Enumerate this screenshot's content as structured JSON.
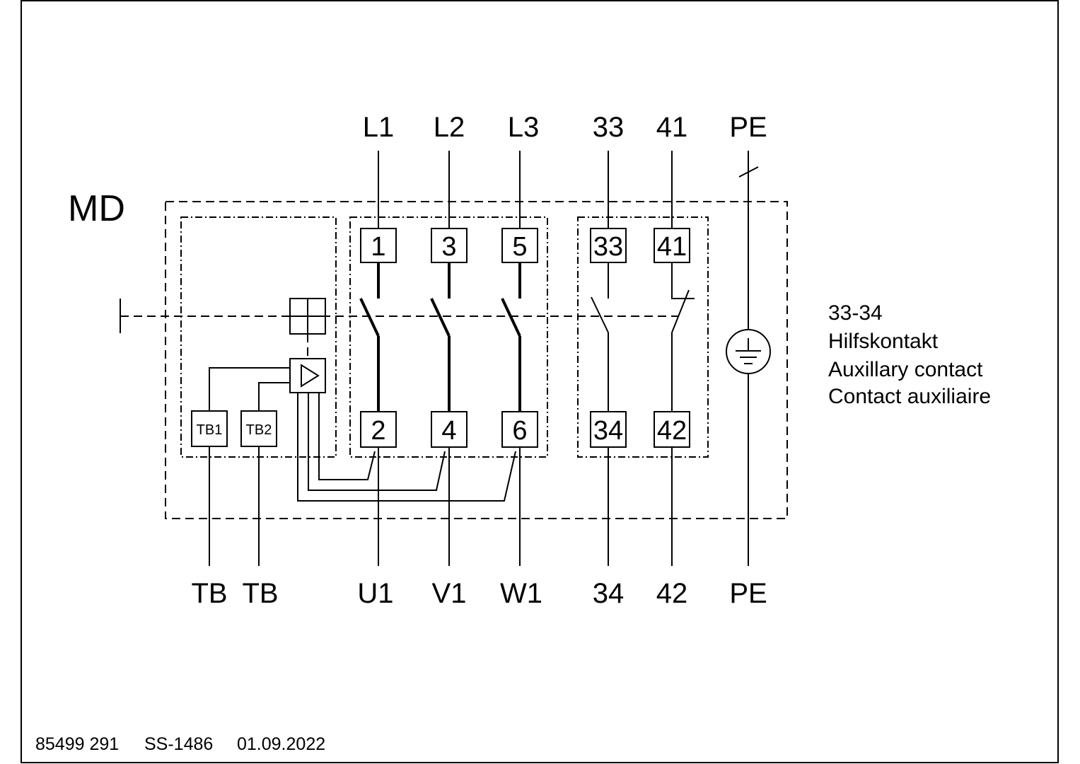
{
  "title": "MD",
  "top_terminals": [
    "L1",
    "L2",
    "L3",
    "33",
    "41",
    "PE"
  ],
  "main_contacts": [
    {
      "top": "1",
      "bottom": "2"
    },
    {
      "top": "3",
      "bottom": "4"
    },
    {
      "top": "5",
      "bottom": "6"
    }
  ],
  "aux_contacts": [
    {
      "top": "33",
      "bottom": "34"
    },
    {
      "top": "41",
      "bottom": "42"
    }
  ],
  "thermal_boxes": [
    "TB1",
    "TB2"
  ],
  "bottom_terminals": [
    "TB",
    "TB",
    "U1",
    "V1",
    "W1",
    "34",
    "42",
    "PE"
  ],
  "legend": {
    "line1": "33-34",
    "line2": "Hilfskontakt",
    "line3": "Auxillary contact",
    "line4": "Contact auxiliaire"
  },
  "footer": {
    "doc_number": "85499 291",
    "ref": "SS-1486",
    "date": "01.09.2022"
  }
}
